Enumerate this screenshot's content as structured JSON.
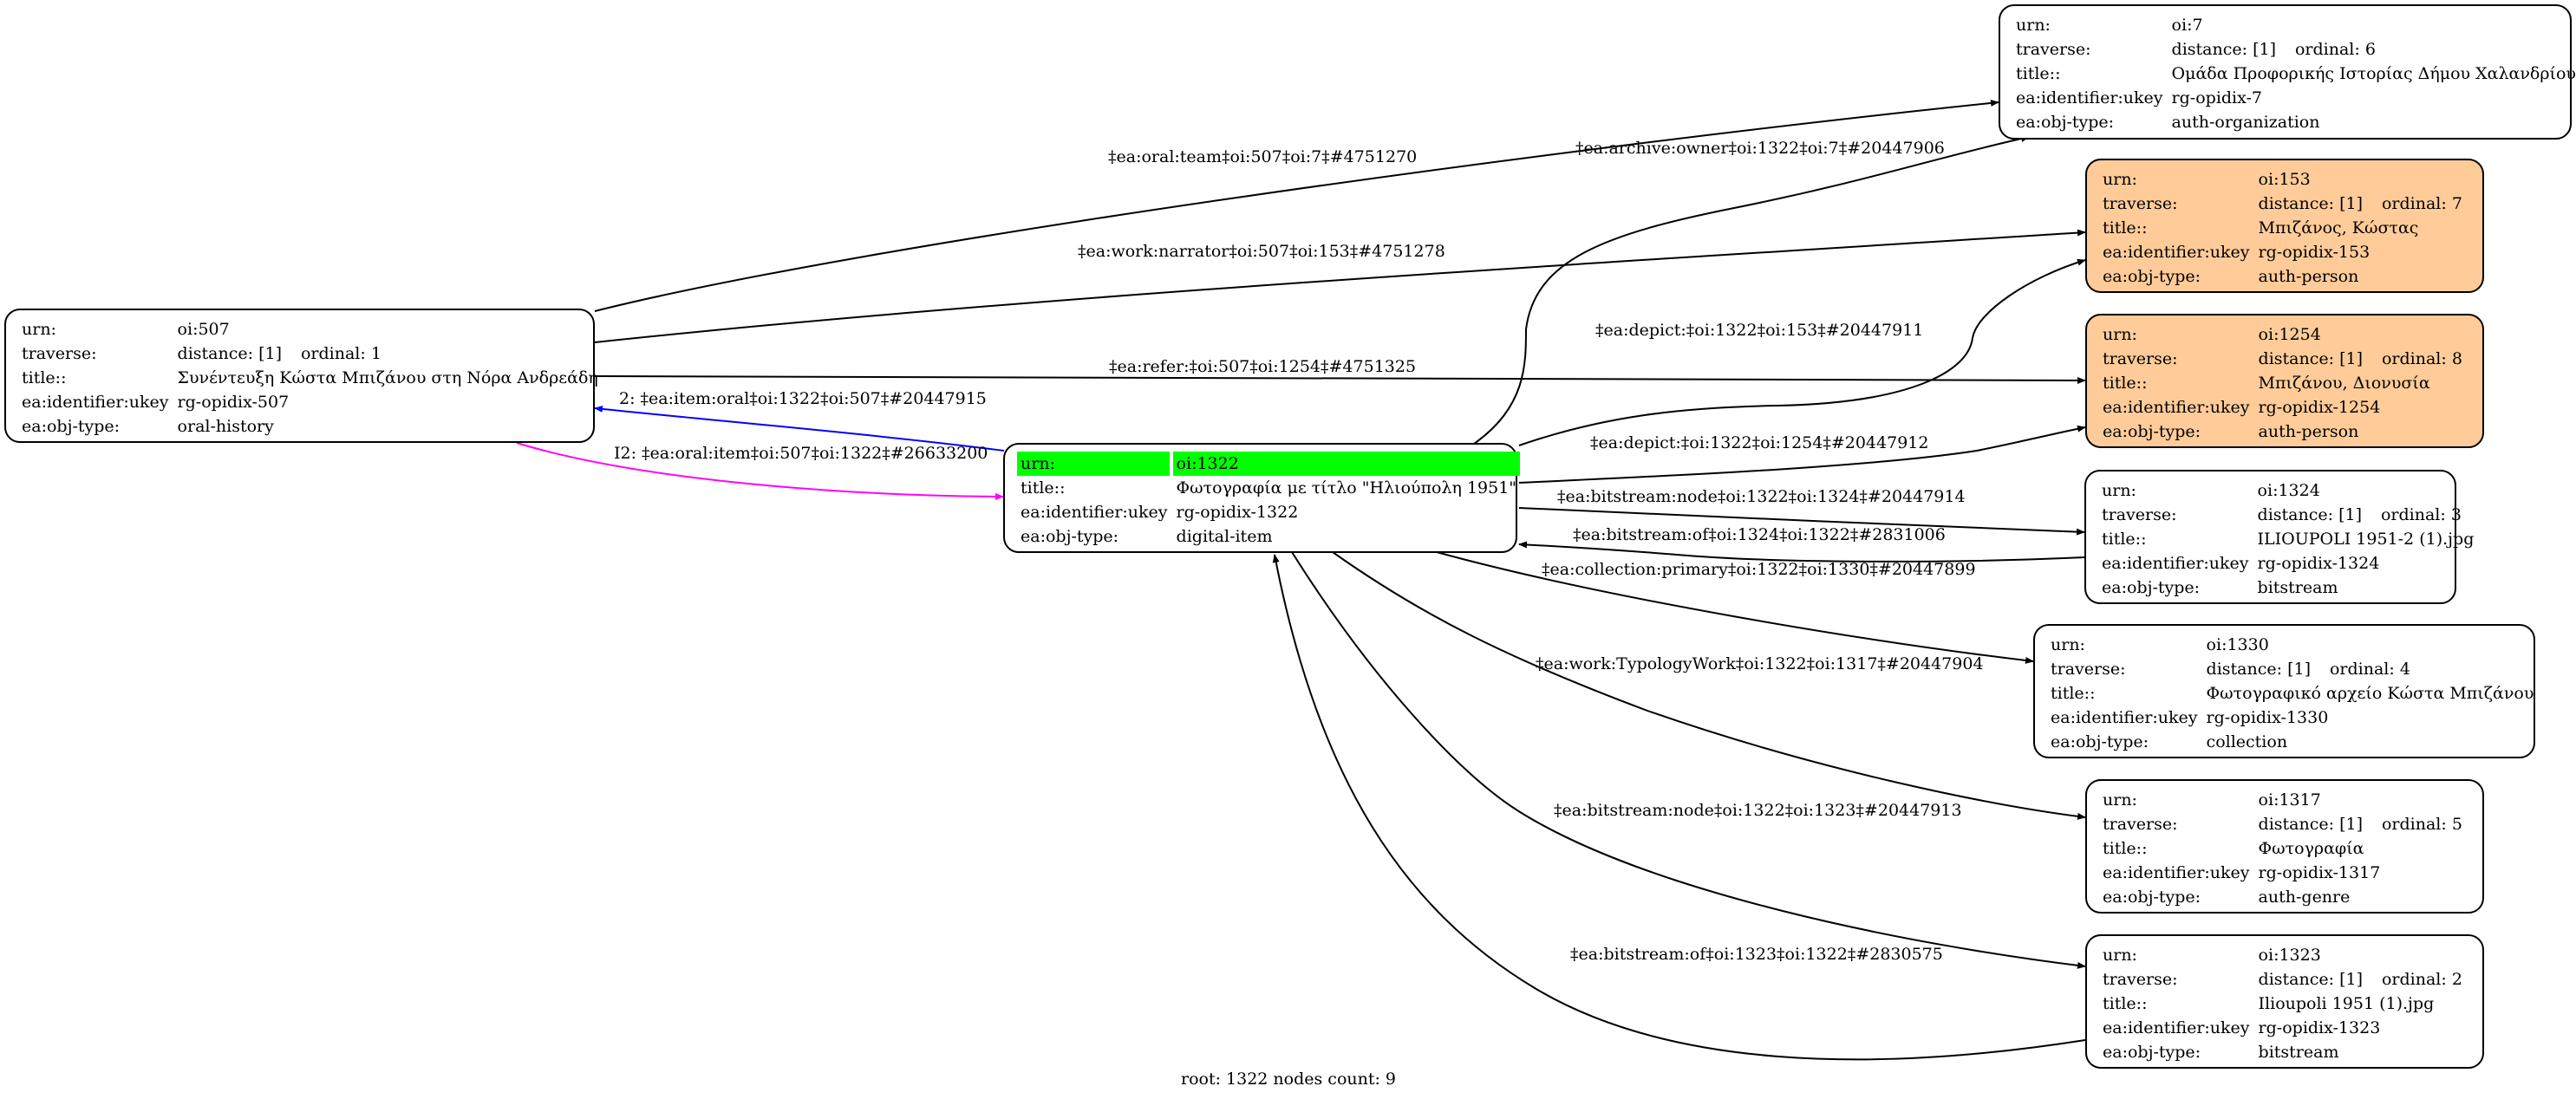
{
  "graph": {
    "caption": "root: 1322 nodes count: 9",
    "root_id": "oi:1322",
    "colors": {
      "root_highlight": "#00ff00",
      "person_fill": "#ffcc99",
      "default_fill": "#ffffff",
      "edge_default": "#000000",
      "edge_inverse": "#0000ff",
      "edge_inferred": "#ff00ff"
    },
    "nodes": [
      {
        "id": "n507",
        "rows": [
          {
            "k": "urn:",
            "v": "oi:507"
          },
          {
            "k": "traverse:",
            "v": "distance: [1]",
            "v2": "ordinal: 1"
          },
          {
            "k": "title::",
            "v": "Συνέντευξη Κώστα Μπιζάνου στη Νόρα Ανδρεάδη"
          },
          {
            "k": "ea:identifier:ukey",
            "v": "rg-opidix-507"
          },
          {
            "k": "ea:obj-type:",
            "v": "oral-history"
          }
        ]
      },
      {
        "id": "n1322",
        "rows": [
          {
            "k": "urn:",
            "v": "oi:1322",
            "highlight": true
          },
          {
            "k": "title::",
            "v": "Φωτογραφία με τίτλο \"Ηλιούπολη 1951\""
          },
          {
            "k": "ea:identifier:ukey",
            "v": "rg-opidix-1322"
          },
          {
            "k": "ea:obj-type:",
            "v": "digital-item"
          }
        ]
      },
      {
        "id": "n7",
        "rows": [
          {
            "k": "urn:",
            "v": "oi:7"
          },
          {
            "k": "traverse:",
            "v": "distance: [1]",
            "v2": "ordinal: 6"
          },
          {
            "k": "title::",
            "v": "Ομάδα Προφορικής Ιστορίας Δήμου Χαλανδρίου"
          },
          {
            "k": "ea:identifier:ukey",
            "v": "rg-opidix-7"
          },
          {
            "k": "ea:obj-type:",
            "v": "auth-organization"
          }
        ]
      },
      {
        "id": "n153",
        "rows": [
          {
            "k": "urn:",
            "v": "oi:153"
          },
          {
            "k": "traverse:",
            "v": "distance: [1]",
            "v2": "ordinal: 7"
          },
          {
            "k": "title::",
            "v": "Μπιζάνος, Κώστας"
          },
          {
            "k": "ea:identifier:ukey",
            "v": "rg-opidix-153"
          },
          {
            "k": "ea:obj-type:",
            "v": "auth-person"
          }
        ]
      },
      {
        "id": "n1254",
        "rows": [
          {
            "k": "urn:",
            "v": "oi:1254"
          },
          {
            "k": "traverse:",
            "v": "distance: [1]",
            "v2": "ordinal: 8"
          },
          {
            "k": "title::",
            "v": "Μπιζάνου, Διονυσία"
          },
          {
            "k": "ea:identifier:ukey",
            "v": "rg-opidix-1254"
          },
          {
            "k": "ea:obj-type:",
            "v": "auth-person"
          }
        ]
      },
      {
        "id": "n1324",
        "rows": [
          {
            "k": "urn:",
            "v": "oi:1324"
          },
          {
            "k": "traverse:",
            "v": "distance: [1]",
            "v2": "ordinal: 3"
          },
          {
            "k": "title::",
            "v": "ILIOUPOLI 1951-2 (1).jpg"
          },
          {
            "k": "ea:identifier:ukey",
            "v": "rg-opidix-1324"
          },
          {
            "k": "ea:obj-type:",
            "v": "bitstream"
          }
        ]
      },
      {
        "id": "n1330",
        "rows": [
          {
            "k": "urn:",
            "v": "oi:1330"
          },
          {
            "k": "traverse:",
            "v": "distance: [1]",
            "v2": "ordinal: 4"
          },
          {
            "k": "title::",
            "v": "Φωτογραφικό αρχείο Κώστα Μπιζάνου"
          },
          {
            "k": "ea:identifier:ukey",
            "v": "rg-opidix-1330"
          },
          {
            "k": "ea:obj-type:",
            "v": "collection"
          }
        ]
      },
      {
        "id": "n1317",
        "rows": [
          {
            "k": "urn:",
            "v": "oi:1317"
          },
          {
            "k": "traverse:",
            "v": "distance: [1]",
            "v2": "ordinal: 5"
          },
          {
            "k": "title::",
            "v": "Φωτογραφία"
          },
          {
            "k": "ea:identifier:ukey",
            "v": "rg-opidix-1317"
          },
          {
            "k": "ea:obj-type:",
            "v": "auth-genre"
          }
        ]
      },
      {
        "id": "n1323",
        "rows": [
          {
            "k": "urn:",
            "v": "oi:1323"
          },
          {
            "k": "traverse:",
            "v": "distance: [1]",
            "v2": "ordinal: 2"
          },
          {
            "k": "title::",
            "v": "Ilioupoli 1951 (1).jpg"
          },
          {
            "k": "ea:identifier:ukey",
            "v": "rg-opidix-1323"
          },
          {
            "k": "ea:obj-type:",
            "v": "bitstream"
          }
        ]
      }
    ],
    "edges": [
      {
        "id": "e_oral_team",
        "from": "oi:507",
        "to": "oi:7",
        "label": "‡ea:oral:team‡oi:507‡oi:7‡#4751270",
        "kind": "default"
      },
      {
        "id": "e_archive_owner",
        "from": "oi:1322",
        "to": "oi:7",
        "label": "‡ea:archive:owner‡oi:1322‡oi:7‡#20447906",
        "kind": "default"
      },
      {
        "id": "e_work_narrator",
        "from": "oi:507",
        "to": "oi:153",
        "label": "‡ea:work:narrator‡oi:507‡oi:153‡#4751278",
        "kind": "default"
      },
      {
        "id": "e_depict_153",
        "from": "oi:1322",
        "to": "oi:153",
        "label": "‡ea:depict:‡oi:1322‡oi:153‡#20447911",
        "kind": "default"
      },
      {
        "id": "e_refer",
        "from": "oi:507",
        "to": "oi:1254",
        "label": "‡ea:refer:‡oi:507‡oi:1254‡#4751325",
        "kind": "default"
      },
      {
        "id": "e_item_oral",
        "from": "oi:1322",
        "to": "oi:507",
        "label": "2: ‡ea:item:oral‡oi:1322‡oi:507‡#20447915",
        "kind": "inverse"
      },
      {
        "id": "e_oral_item",
        "from": "oi:507",
        "to": "oi:1322",
        "label": "I2: ‡ea:oral:item‡oi:507‡oi:1322‡#26633200",
        "kind": "inferred"
      },
      {
        "id": "e_depict_1254",
        "from": "oi:1322",
        "to": "oi:1254",
        "label": "‡ea:depict:‡oi:1322‡oi:1254‡#20447912",
        "kind": "default"
      },
      {
        "id": "e_bs_node_1324",
        "from": "oi:1322",
        "to": "oi:1324",
        "label": "‡ea:bitstream:node‡oi:1322‡oi:1324‡#20447914",
        "kind": "default"
      },
      {
        "id": "e_bs_of_1324",
        "from": "oi:1324",
        "to": "oi:1322",
        "label": "‡ea:bitstream:of‡oi:1324‡oi:1322‡#2831006",
        "kind": "default"
      },
      {
        "id": "e_collection",
        "from": "oi:1322",
        "to": "oi:1330",
        "label": "‡ea:collection:primary‡oi:1322‡oi:1330‡#20447899",
        "kind": "default"
      },
      {
        "id": "e_typology",
        "from": "oi:1322",
        "to": "oi:1317",
        "label": "‡ea:work:TypologyWork‡oi:1322‡oi:1317‡#20447904",
        "kind": "default"
      },
      {
        "id": "e_bs_node_1323",
        "from": "oi:1322",
        "to": "oi:1323",
        "label": "‡ea:bitstream:node‡oi:1322‡oi:1323‡#20447913",
        "kind": "default"
      },
      {
        "id": "e_bs_of_1323",
        "from": "oi:1323",
        "to": "oi:1322",
        "label": "‡ea:bitstream:of‡oi:1323‡oi:1322‡#2830575",
        "kind": "default"
      }
    ]
  }
}
